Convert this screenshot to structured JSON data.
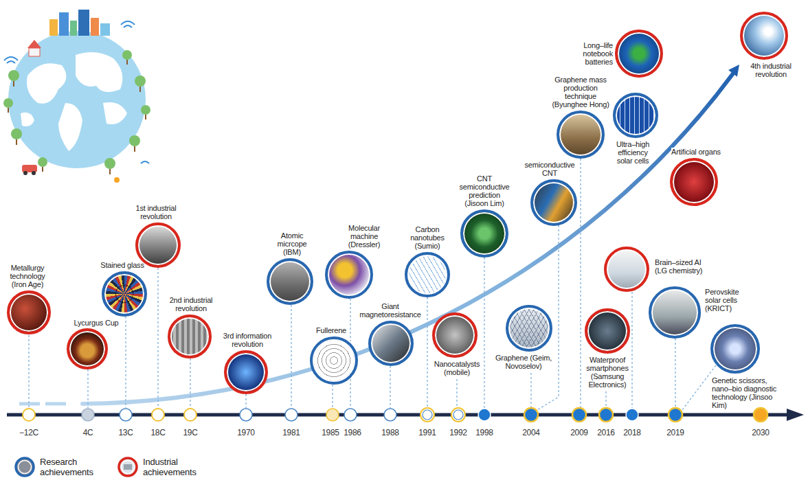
{
  "diagram": {
    "nodes": [
      {
        "text": [
          "Metallurgy technology (Iron Age)"
        ]
      },
      {
        "text": [
          "Lycurgus Cup"
        ]
      },
      {
        "text": [
          "Stained glass"
        ]
      },
      {
        "text": [
          "1st industrial revolution"
        ]
      },
      {
        "text": [
          "2nd industrial revolution"
        ]
      },
      {
        "text": [
          "3rd information revolution"
        ]
      },
      {
        "text": [
          "Atomic micrcope (IBM)"
        ]
      },
      {
        "text": [
          "Fullerene"
        ]
      },
      {
        "text": [
          "Molecular machine (Dressler)"
        ]
      },
      {
        "text": [
          "Giant magnetoresistance"
        ]
      },
      {
        "text": [
          "Carbon nanotubes (Sumio)"
        ]
      },
      {
        "text": [
          "Nanocatalysts (mobile)"
        ]
      },
      {
        "text": [
          "CNT semiconductive prediction (Jisoon Lim)"
        ]
      },
      {
        "text": [
          "semiconductive CNT"
        ]
      },
      {
        "text": [
          "Graphene mass production technique (Byunghee Hong)"
        ]
      },
      {
        "text": [
          "Graphene (Geim, Novoselov)"
        ]
      },
      {
        "text": [
          "Long–life notebook batteries"
        ]
      },
      {
        "text": [
          "4th industrial revolution"
        ]
      },
      {
        "text": [
          "Ultra–high efficiency solar cells"
        ]
      },
      {
        "text": [
          "Artificial organs"
        ]
      },
      {
        "text": [
          "Brain–sized AI (LG chemistry)"
        ]
      },
      {
        "text": [
          "Waterproof smartphones (Samsung Electronics)"
        ]
      },
      {
        "text": [
          "Perovskite solar cells (KRICT)"
        ]
      },
      {
        "text": [
          "Genetic scissors, nano–bio diagnostic technology (Jinsoo Kim)"
        ]
      }
    ],
    "labels": [
      "−12C",
      "4C",
      "13C",
      "18C",
      "19C",
      "1970",
      "1981",
      "1985",
      "1986",
      "1988",
      "1991",
      "1992",
      "1998",
      "2004",
      "2009",
      "2016",
      "2018",
      "2019",
      "2030"
    ],
    "legend": [
      {
        "text": "Research achievements"
      },
      {
        "text": "Industrial achievements"
      }
    ]
  }
}
